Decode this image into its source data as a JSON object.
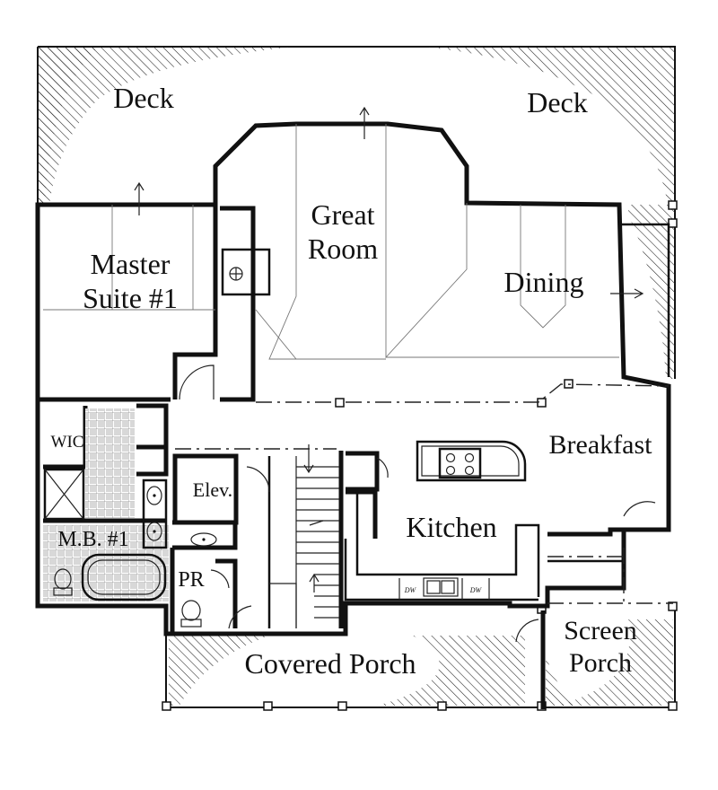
{
  "plan": {
    "rooms": {
      "deck_left": "Deck",
      "deck_right": "Deck",
      "great_room_line1": "Great",
      "great_room_line2": "Room",
      "master_line1": "Master",
      "master_line2": "Suite #1",
      "dining": "Dining",
      "breakfast": "Breakfast",
      "wic": "WIC",
      "elev": "Elev.",
      "kitchen": "Kitchen",
      "master_bath": "M.B. #1",
      "powder": "PR",
      "covered_porch": "Covered Porch",
      "screen_porch_line1": "Screen",
      "screen_porch_line2": "Porch"
    },
    "fixtures": {
      "dw1": "DW",
      "dw2": "DW"
    }
  }
}
